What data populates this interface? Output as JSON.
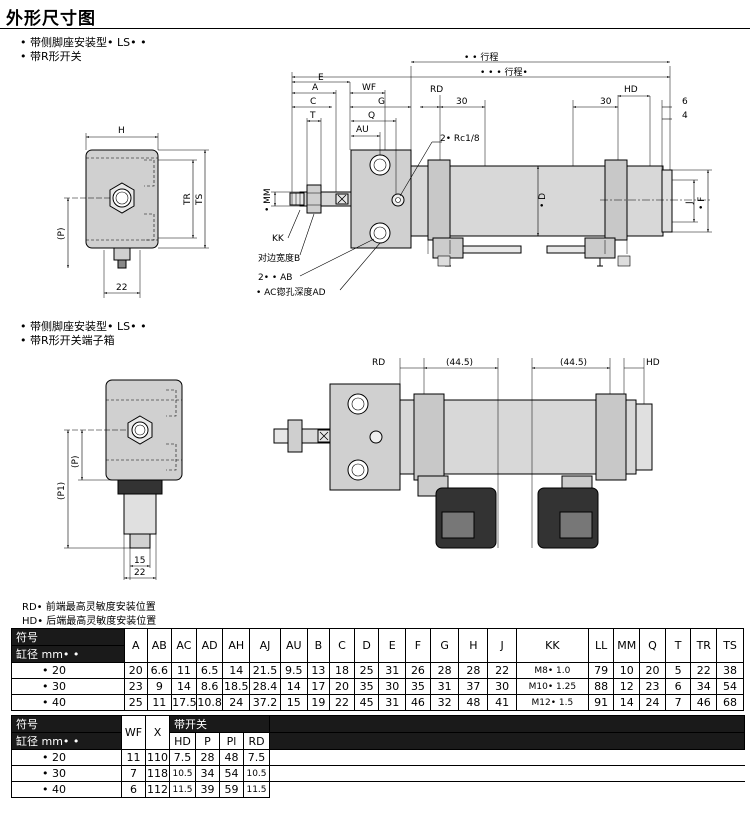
{
  "page": {
    "title": "外形尺寸图",
    "section1": [
      "• 带侧脚座安装型• LS• •",
      "• 带R形开关"
    ],
    "section2": [
      "• 带侧脚座安装型• LS• •",
      "• 带R形开关端子箱"
    ]
  },
  "drawing1": {
    "labels": {
      "stroke1": "• • 行程",
      "stroke2": "• • • 行程•",
      "E": "E",
      "A": "A",
      "C": "C",
      "T": "T",
      "WF": "WF",
      "G": "G",
      "Q": "Q",
      "AU": "AU",
      "RD": "RD",
      "d30a": "30",
      "d30b": "30",
      "HD": "HD",
      "d6": "6",
      "d4": "4",
      "H": "H",
      "TR": "TR",
      "TS": "TS",
      "P": "(P)",
      "d22": "22",
      "MM": "• MM",
      "KK": "KK",
      "flats": "对边宽度B",
      "AB": "2• • AB",
      "AC": "• AC锪孔深度AD",
      "port": "2• Rc1/8",
      "D": "• D",
      "J": "J",
      "F": "• F"
    }
  },
  "drawing2": {
    "labels": {
      "RD": "RD",
      "d445a": "(44.5)",
      "d445b": "(44.5)",
      "HD": "HD",
      "P": "(P)",
      "P1": "(P1)",
      "d15": "15",
      "d22": "22"
    }
  },
  "legend": [
    "RD• 前端最高灵敏度安装位置",
    "HD• 后端最高灵敏度安装位置"
  ],
  "table1": {
    "symbol_label": "符号",
    "bore_label": "缸径 mm• •",
    "headers": [
      "A",
      "AB",
      "AC",
      "AD",
      "AH",
      "AJ",
      "AU",
      "B",
      "C",
      "D",
      "E",
      "F",
      "G",
      "H",
      "J",
      "KK",
      "LL",
      "MM",
      "Q",
      "T",
      "TR",
      "TS"
    ],
    "rows": [
      {
        "bore": "• 20",
        "values": [
          "20",
          "6.6",
          "11",
          "6.5",
          "14",
          "21.5",
          "9.5",
          "13",
          "18",
          "25",
          "31",
          "26",
          "28",
          "28",
          "22",
          "M8• 1.0",
          "79",
          "10",
          "20",
          "5",
          "22",
          "38"
        ]
      },
      {
        "bore": "• 30",
        "values": [
          "23",
          "9",
          "14",
          "8.6",
          "18.5",
          "28.4",
          "14",
          "17",
          "20",
          "35",
          "30",
          "35",
          "31",
          "37",
          "30",
          "M10• 1.25",
          "88",
          "12",
          "23",
          "6",
          "34",
          "54"
        ]
      },
      {
        "bore": "• 40",
        "values": [
          "25",
          "11",
          "17.5",
          "10.8",
          "24",
          "37.2",
          "15",
          "19",
          "22",
          "45",
          "31",
          "46",
          "32",
          "48",
          "41",
          "M12• 1.5",
          "91",
          "14",
          "24",
          "7",
          "46",
          "68"
        ]
      }
    ]
  },
  "table2": {
    "symbol_label": "符号",
    "bore_label": "缸径 mm• •",
    "headers": [
      "WF",
      "X"
    ],
    "switch_label": "带开关",
    "switch_headers": [
      "HD",
      "P",
      "Pl",
      "RD"
    ],
    "rows": [
      {
        "bore": "• 20",
        "values": [
          "11",
          "110",
          "7.5",
          "28",
          "48",
          "7.5"
        ]
      },
      {
        "bore": "• 30",
        "values": [
          "7",
          "118",
          "10.5",
          "34",
          "54",
          "10.5"
        ]
      },
      {
        "bore": "• 40",
        "values": [
          "6",
          "112",
          "11.5",
          "39",
          "59",
          "11.5"
        ]
      }
    ]
  }
}
